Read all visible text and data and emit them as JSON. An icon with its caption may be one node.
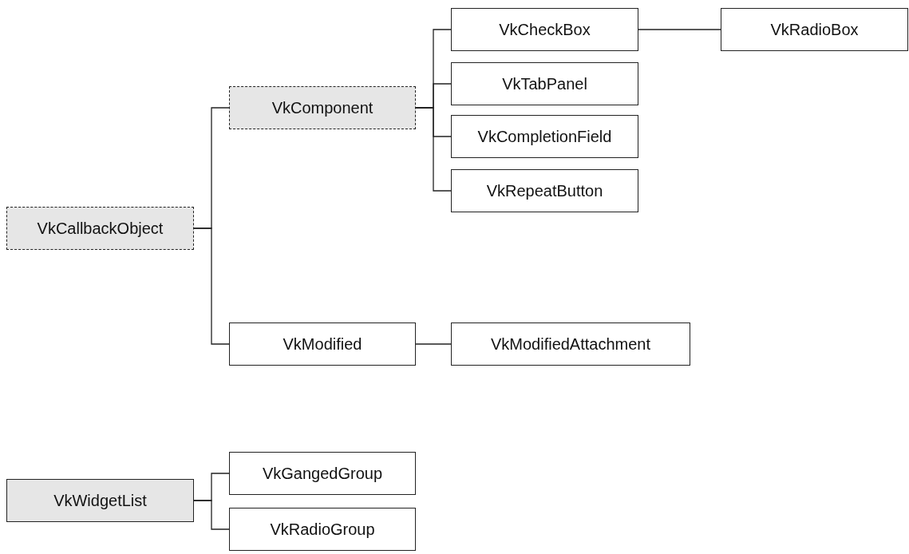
{
  "diagram": {
    "nodes": [
      {
        "text": [
          "VkCallbackObject"
        ]
      },
      {
        "text": [
          "VkComponent"
        ]
      },
      {
        "text": [
          "VkCheckBox"
        ]
      },
      {
        "text": [
          "VkRadioBox"
        ]
      },
      {
        "text": [
          "VkTabPanel"
        ]
      },
      {
        "text": [
          "VkCompletionField"
        ]
      },
      {
        "text": [
          "VkRepeatButton"
        ]
      },
      {
        "text": [
          "VkModified"
        ]
      },
      {
        "text": [
          "VkModifiedAttachment"
        ]
      },
      {
        "text": [
          "VkWidgetList"
        ]
      },
      {
        "text": [
          "VkGangedGroup"
        ]
      },
      {
        "text": [
          "VkRadioGroup"
        ]
      }
    ],
    "edges": [
      {
        "from": 0,
        "to": 1,
        "arrow": "none"
      },
      {
        "from": 0,
        "to": 7,
        "arrow": "none"
      },
      {
        "from": 1,
        "to": 2,
        "arrow": "none"
      },
      {
        "from": 1,
        "to": 4,
        "arrow": "none"
      },
      {
        "from": 1,
        "to": 5,
        "arrow": "none"
      },
      {
        "from": 1,
        "to": 6,
        "arrow": "none"
      },
      {
        "from": 2,
        "to": 3,
        "arrow": "none"
      },
      {
        "from": 7,
        "to": 8,
        "arrow": "none"
      },
      {
        "from": 9,
        "to": 10,
        "arrow": "none"
      },
      {
        "from": 9,
        "to": 11,
        "arrow": "none"
      }
    ]
  }
}
